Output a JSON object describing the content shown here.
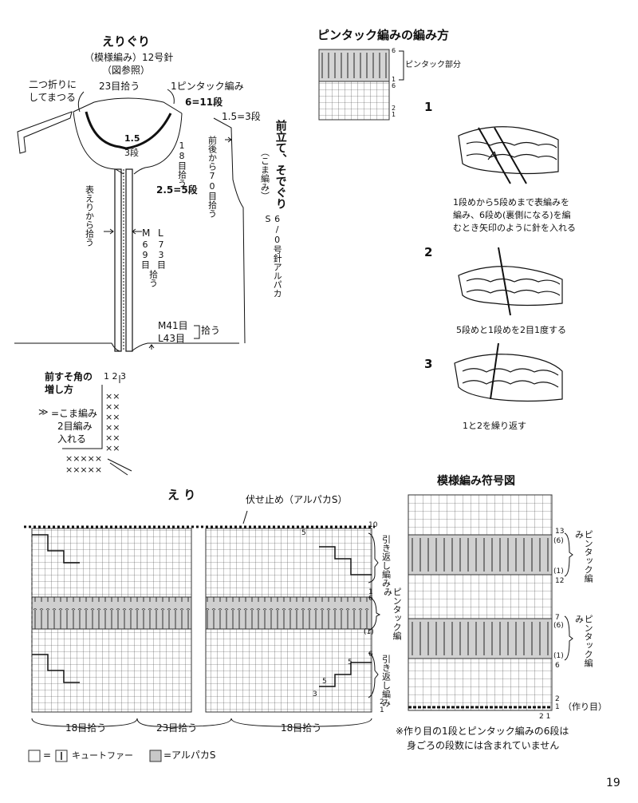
{
  "collar_diagram": {
    "title": "えりぐり",
    "sub1": "（模様編み）12号針",
    "sub2": "（図参照）",
    "fold_note_1": "二つ折りに",
    "fold_note_2": "してまつる",
    "pick_23": "23目拾う",
    "pintuck_1": "1ピンタック編み",
    "rows_6_11": "6=11段",
    "rows_15_3": "1.5=3段",
    "center_15": "1.5",
    "center_3": "3段",
    "pick_18": "18目拾う",
    "rows_25_5": "2.5=5段",
    "front_back_70": "前後から70目拾う",
    "front_edge_title": "前立て、そでぐり",
    "front_edge_sub": "（こま編み）",
    "needle_66": "6/0号針アルパカS",
    "collar_pick": "表えりから拾う",
    "size_m": "M",
    "size_l": "L",
    "m_69": "69目",
    "l_73": "73目",
    "pick_word": "拾う",
    "m_41": "M41目",
    "l_43": "L43目",
    "pick_word2": "拾う"
  },
  "corner": {
    "title_1": "前すそ角の",
    "title_2": "増し方",
    "cols": "1 2 3",
    "legend_1": "=こま編み",
    "legend_2": "2目編み",
    "legend_3": "入れる"
  },
  "pintuck_method": {
    "title": "ピンタック編みの編み方",
    "part_label": "ピンタック部分",
    "row_6": "6",
    "row_1": "1",
    "row_6b": "6",
    "row_2": "2",
    "row_1b": "1",
    "steps": [
      {
        "num": "1",
        "text_1": "1段めから5段めまで表編みを",
        "text_2": "編み、6段め(裏側になる)を編",
        "text_3": "むとき矢印のように針を入れる"
      },
      {
        "num": "2",
        "text_1": "5段めと1段めを2目1度する"
      },
      {
        "num": "3",
        "text_1": "1と2を繰り返す"
      }
    ]
  },
  "collar_chart": {
    "title": "え り",
    "bind_off": "伏せ止め（アルパカS）",
    "short_rows_1": "引き返し編み",
    "pintuck": "ピンタック編み",
    "short_rows_2": "引き返し編み",
    "pick_18_left": "18目拾う",
    "pick_23": "23目拾う",
    "pick_18_right": "18目拾う",
    "row_10": "10",
    "row_1a": "1",
    "row_6": "6",
    "row_1p": "(1)",
    "row_6b": "6",
    "row_2": "2",
    "row_1b": "1",
    "mark_5a": "5",
    "mark_5b": "5",
    "mark_5c": "5",
    "mark_3": "3"
  },
  "pattern_chart": {
    "title": "模様編み符号図",
    "r13": "13",
    "r6p": "(6)",
    "r1p": "(1)",
    "r12": "12",
    "r7": "7",
    "r6p2": "(6)",
    "r1p2": "(1)",
    "r6": "6",
    "r2": "2",
    "r1": "1",
    "pintuck_a": "ピンタック編み",
    "pintuck_b": "ピンタック編み",
    "foundation": "（作り目）",
    "bottom_nums": "2 1",
    "note_1": "※作り目の1段とピンタック編みの6段は",
    "note_2": "身ごろの段数には含まれていません"
  },
  "legend": {
    "cute_fur": "キュートファー",
    "alpaca": "=アルパカS",
    "eq": "="
  },
  "page_number": "19"
}
